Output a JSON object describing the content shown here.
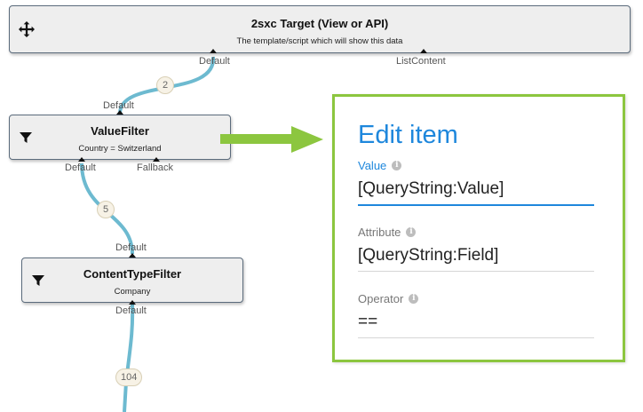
{
  "nodes": {
    "target": {
      "title": "2sxc Target (View or API)",
      "subtitle": "The template/script which will show this data",
      "icon": "move-arrows-icon",
      "in_ports": [
        "Default",
        "ListContent"
      ]
    },
    "value_filter": {
      "title": "ValueFilter",
      "subtitle": "Country = Switzerland",
      "icon": "filter-icon",
      "in_port": "Default",
      "out_ports": [
        "Default",
        "Fallback"
      ]
    },
    "content_type_filter": {
      "title": "ContentTypeFilter",
      "subtitle": "Company",
      "icon": "filter-icon",
      "in_port": "Default",
      "out_port": "Default"
    }
  },
  "connection_counts": [
    "2",
    "5",
    "104"
  ],
  "colors": {
    "wire": "#6dbad0",
    "node_border": "#5b6b7c",
    "accent_green": "#8cc63f",
    "accent_blue": "#1e87dc"
  },
  "edit_panel": {
    "heading": "Edit item",
    "fields": [
      {
        "label": "Value",
        "value": "[QueryString:Value]"
      },
      {
        "label": "Attribute",
        "value": "[QueryString:Field]"
      },
      {
        "label": "Operator",
        "value": "=="
      }
    ]
  }
}
